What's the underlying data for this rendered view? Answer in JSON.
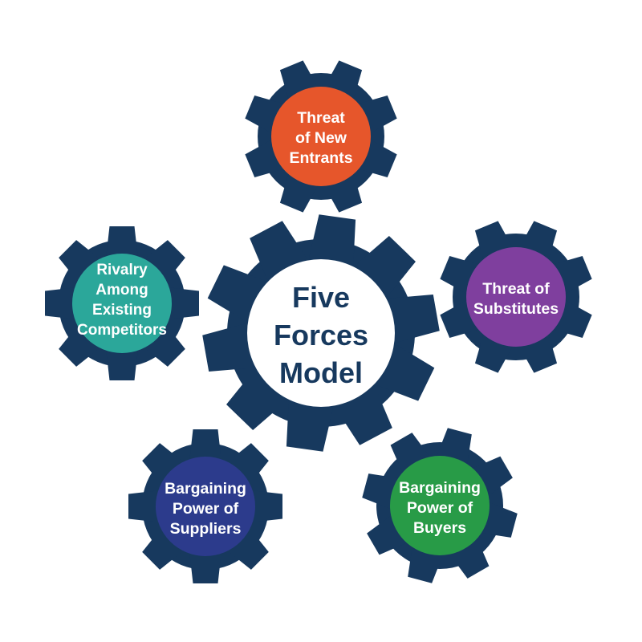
{
  "title": "Five Forces Model",
  "colors": {
    "background": "#FFFFFF",
    "gear_outline": "#17395E",
    "center_fill": "#FFFFFF",
    "center_text": "#17395E",
    "satellite_text": "#FFFFFF"
  },
  "center_gear": {
    "label": "Five Forces Model",
    "lines": [
      "Five",
      "Forces",
      "Model"
    ]
  },
  "forces": [
    {
      "name": "Threat of New Entrants",
      "position": "top",
      "color": "#E6562B",
      "lines": [
        "Threat",
        "of New",
        "Entrants"
      ]
    },
    {
      "name": "Threat of Substitutes",
      "position": "right",
      "color": "#7F3F9E",
      "lines": [
        "Threat of",
        "Substitutes"
      ]
    },
    {
      "name": "Rivalry Among Existing Competitors",
      "position": "left",
      "color": "#2BA79A",
      "lines": [
        "Rivalry",
        "Among",
        "Existing",
        "Competitors"
      ]
    },
    {
      "name": "Bargaining Power of Suppliers",
      "position": "bottom-left",
      "color": "#2C3B8C",
      "lines": [
        "Bargaining",
        "Power of",
        "Suppliers"
      ]
    },
    {
      "name": "Bargaining Power of Buyers",
      "position": "bottom-right",
      "color": "#289B47",
      "lines": [
        "Bargaining",
        "Power of",
        "Buyers"
      ]
    }
  ]
}
